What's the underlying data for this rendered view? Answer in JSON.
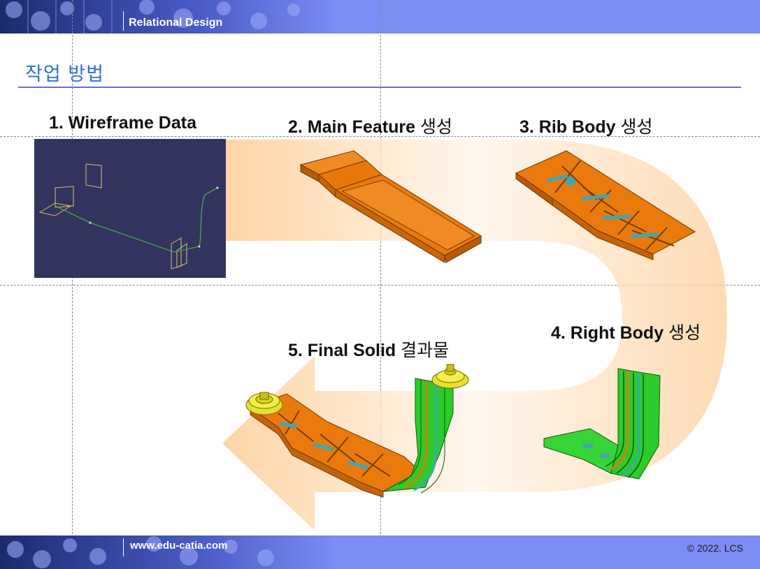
{
  "header": {
    "title": "Relational Design"
  },
  "section": {
    "title": "작업 방법"
  },
  "steps": [
    {
      "label": "1. Wireframe Data",
      "suffix": ""
    },
    {
      "label": "2. Main Feature",
      "suffix": "생성"
    },
    {
      "label": "3. Rib Body",
      "suffix": "생성"
    },
    {
      "label": "4. Right Body",
      "suffix": "생성"
    },
    {
      "label": "5. Final Solid",
      "suffix": "결과물"
    }
  ],
  "footer": {
    "url": "www.edu-catia.com",
    "copyright": "© 2022. LCS"
  },
  "colors": {
    "header": "#7b8cf3",
    "title": "#2f6fd0",
    "orange": "#e8780a",
    "green": "#22cc22",
    "wire_bg": "#33335f"
  }
}
